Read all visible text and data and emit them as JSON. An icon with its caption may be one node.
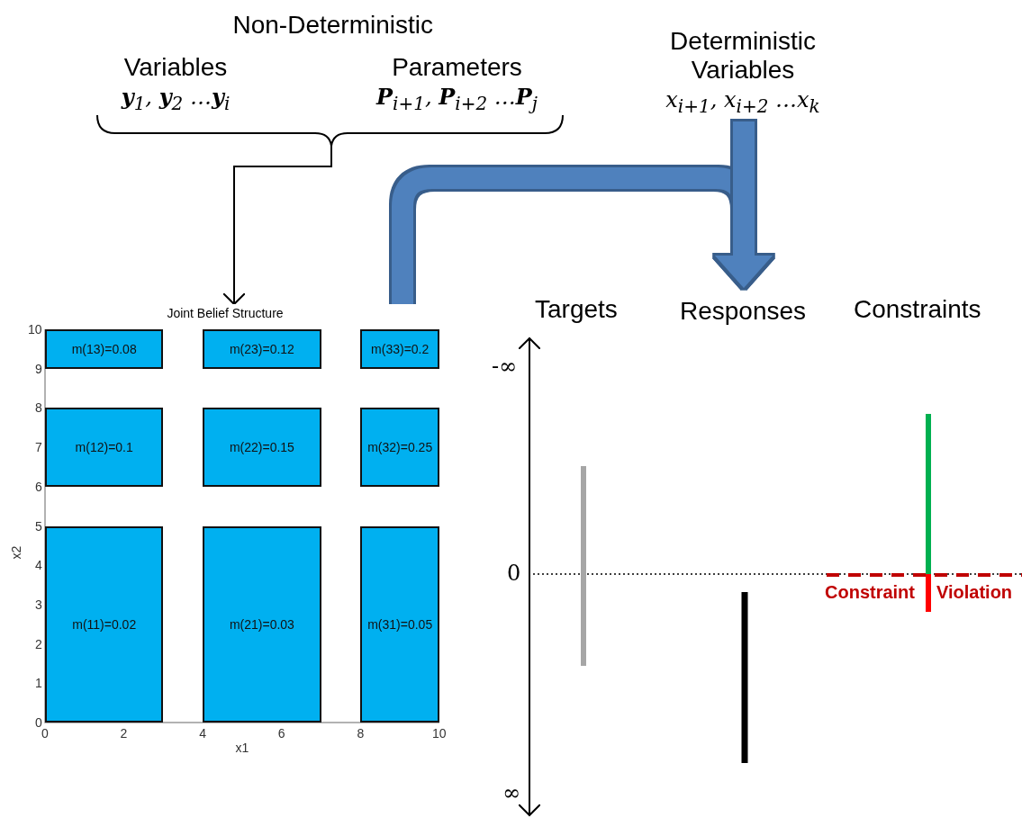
{
  "diagram": {
    "nodes": [
      {
        "text": [
          "Variables",
          "**y**$_{1}$, **y**$_{2}$ …**y**$_{i}$"
        ]
      },
      {
        "text": [
          "Parameters",
          "**P**$_{i+1}$, **P**$_{i+2}$ …**P**$_{j}$"
        ]
      },
      {
        "text": [
          "Deterministic Variables",
          "x$_{i+1}$, x$_{i+2}$ …x$_{k}$"
        ]
      },
      {
        "text": [
          "Joint Belief Structure"
        ]
      },
      {
        "text": [
          "m(13)=0.08"
        ],
        "in": 3
      },
      {
        "text": [
          "m(23)=0.12"
        ],
        "in": 3
      },
      {
        "text": [
          "m(33)=0.2"
        ],
        "in": 3
      },
      {
        "text": [
          "m(12)=0.1"
        ],
        "in": 3
      },
      {
        "text": [
          "m(22)=0.15"
        ],
        "in": 3
      },
      {
        "text": [
          "m(32)=0.25"
        ],
        "in": 3
      },
      {
        "text": [
          "m(11)=0.02"
        ],
        "in": 3
      },
      {
        "text": [
          "m(21)=0.03"
        ],
        "in": 3
      },
      {
        "text": [
          "m(31)=0.05"
        ],
        "in": 3
      },
      {
        "text": [
          "Responses"
        ]
      }
    ],
    "edges": [
      {
        "from": 0,
        "to": 3,
        "arrow": "to"
      },
      {
        "from": 1,
        "to": 3,
        "arrow": "to"
      },
      {
        "from": 3,
        "to": 13,
        "arrow": "to",
        "style": "thick",
        "color": "#4f81bd"
      },
      {
        "from": 2,
        "to": 13,
        "arrow": "to",
        "style": "thick",
        "color": "#4f81bd"
      }
    ],
    "labels": [
      "Non-Deterministic",
      "Targets",
      "Constraints",
      "-∞",
      "10",
      "9",
      "8",
      "7",
      "6",
      "5",
      "4",
      "3",
      "2",
      "1",
      "0",
      "x2",
      "0",
      "Constraint",
      "Violation",
      "0",
      "2",
      "4",
      "6",
      "8",
      "10",
      "x1",
      "∞"
    ]
  }
}
